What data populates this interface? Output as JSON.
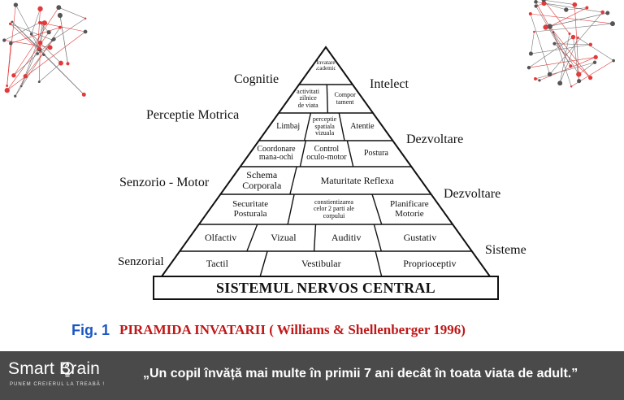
{
  "diagram": {
    "pyramid_rows": [
      {
        "cells": [
          "Invatare\nAcademica"
        ]
      },
      {
        "cells": [
          "activitati\nzilnice\nde viata",
          "Compor\ntament"
        ]
      },
      {
        "cells": [
          "Limbaj",
          "perceptie\nspatiala\nvizuala",
          "Atentie"
        ]
      },
      {
        "cells": [
          "Coordonare\nmana-ochi",
          "Control\noculo-motor",
          "Postura"
        ]
      },
      {
        "cells": [
          "Schema\nCorporala",
          "Maturitate Reflexa"
        ]
      },
      {
        "cells": [
          "Securitate\nPosturala",
          "constientizarea\ncelor 2 parti ale\ncorpului",
          "Planificare\nMotorie"
        ]
      },
      {
        "cells": [
          "Olfactiv",
          "Vizual",
          "Auditiv",
          "Gustativ"
        ]
      },
      {
        "cells": [
          "Tactil",
          "Vestibular",
          "Proprioceptiv"
        ]
      }
    ],
    "base": "SISTEMUL NERVOS CENTRAL",
    "left_labels": [
      "Cognitie",
      "Perceptie Motrica",
      "Senzorio - Motor",
      "Senzorial"
    ],
    "right_labels": [
      "Intelect",
      "Dezvoltare",
      "Dezvoltare",
      "Sisteme"
    ]
  },
  "caption": {
    "fig_label": "Fig. 1",
    "title": "PIRAMIDA INVATARII ( Williams & Shellenberger 1996)"
  },
  "footer": {
    "brand": "Smart Brain",
    "slogan": "PUNEM CREIERUL LA TREABĂ !",
    "quote": "„Un copil învăță mai multe în primii 7 ani decât în toata viata de adult.”"
  },
  "colors": {
    "accent_red": "#c01818",
    "fig_blue": "#1b57c4",
    "footer_bg": "#4a4a4a",
    "decor_red": "#e23a3a"
  }
}
